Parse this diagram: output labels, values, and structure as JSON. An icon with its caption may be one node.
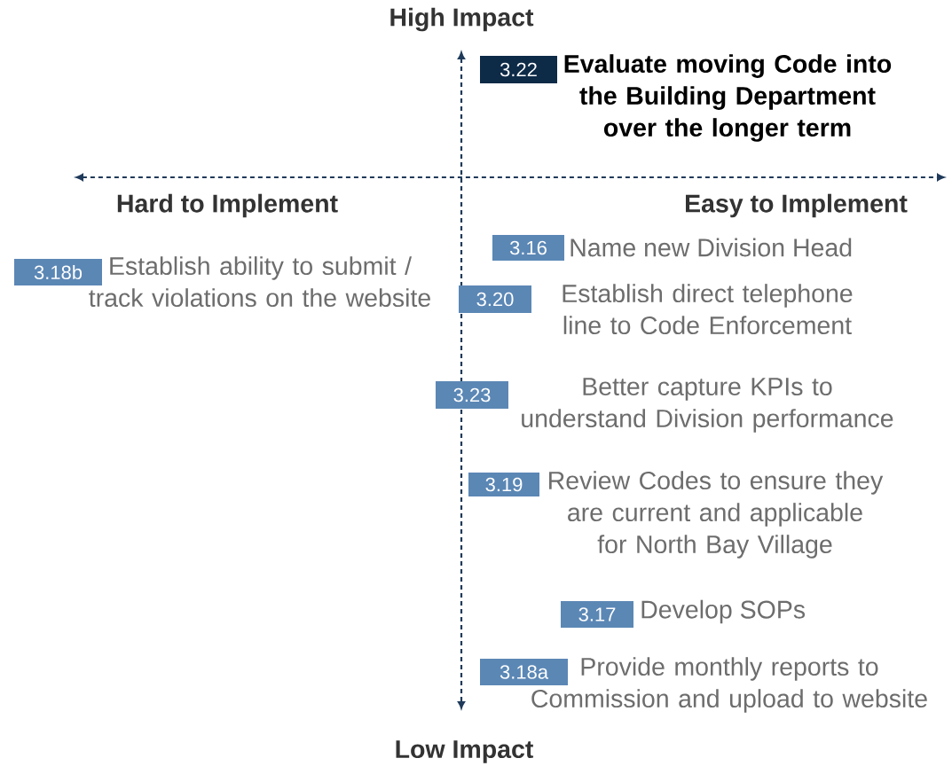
{
  "diagram": {
    "nodes": [
      {
        "text": [
          "3.22"
        ],
        "beside": [
          "Evaluate moving Code into the Building Department over the longer term"
        ]
      },
      {
        "text": [
          "3.16"
        ],
        "beside": [
          "Name new Division Head"
        ]
      },
      {
        "text": [
          "3.18b"
        ],
        "beside": [
          "Establish ability to submit / track violations on the website"
        ]
      },
      {
        "text": [
          "3.20"
        ],
        "beside": [
          "Establish direct telephone line to Code Enforcement"
        ]
      },
      {
        "text": [
          "3.23"
        ],
        "beside": [
          "Better capture KPIs to understand Division performance"
        ]
      },
      {
        "text": [
          "3.19"
        ],
        "beside": [
          "Review Codes to ensure they are current and applicable for North Bay Village"
        ]
      },
      {
        "text": [
          "3.17"
        ],
        "beside": [
          "Develop SOPs"
        ]
      },
      {
        "text": [
          "3.18a"
        ],
        "beside": [
          "Provide monthly reports to Commission and upload to website"
        ]
      }
    ],
    "labels": [
      "High Impact",
      "Hard to Implement",
      "Easy to Implement",
      "Low Impact"
    ]
  }
}
